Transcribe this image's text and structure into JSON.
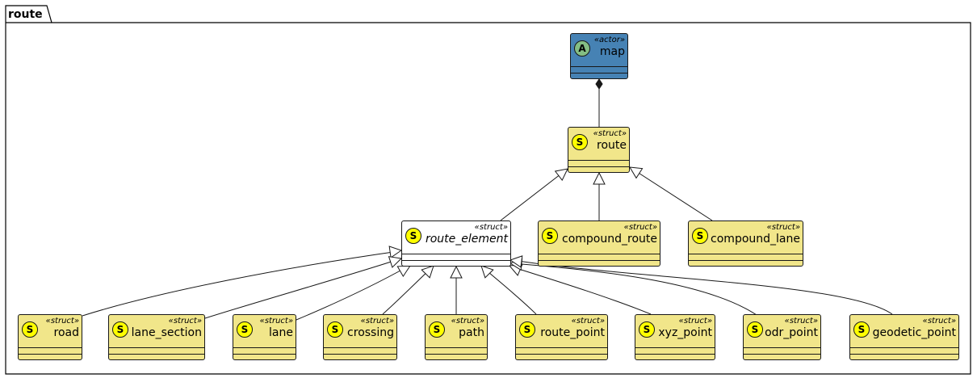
{
  "package": {
    "name": "route"
  },
  "colors": {
    "struct_fill": "#F1E68A",
    "actor_fill": "#4682B4",
    "abstract_fill": "#FFFFFF",
    "struct_badge": "#FFFF00",
    "actor_badge": "#84BE84",
    "line": "#181818"
  },
  "nodes": {
    "map": {
      "badge": "A",
      "stereotype": "«actor»",
      "name": "map"
    },
    "route": {
      "badge": "S",
      "stereotype": "«struct»",
      "name": "route"
    },
    "route_element": {
      "badge": "S",
      "stereotype": "«struct»",
      "name": "route_element"
    },
    "compound_route": {
      "badge": "S",
      "stereotype": "«struct»",
      "name": "compound_route"
    },
    "compound_lane": {
      "badge": "S",
      "stereotype": "«struct»",
      "name": "compound_lane"
    },
    "road": {
      "badge": "S",
      "stereotype": "«struct»",
      "name": "road"
    },
    "lane_section": {
      "badge": "S",
      "stereotype": "«struct»",
      "name": "lane_section"
    },
    "lane": {
      "badge": "S",
      "stereotype": "«struct»",
      "name": "lane"
    },
    "crossing": {
      "badge": "S",
      "stereotype": "«struct»",
      "name": "crossing"
    },
    "path": {
      "badge": "S",
      "stereotype": "«struct»",
      "name": "path"
    },
    "route_point": {
      "badge": "S",
      "stereotype": "«struct»",
      "name": "route_point"
    },
    "xyz_point": {
      "badge": "S",
      "stereotype": "«struct»",
      "name": "xyz_point"
    },
    "odr_point": {
      "badge": "S",
      "stereotype": "«struct»",
      "name": "odr_point"
    },
    "geodetic_point": {
      "badge": "S",
      "stereotype": "«struct»",
      "name": "geodetic_point"
    }
  },
  "relations": [
    {
      "from": "map",
      "to": "route",
      "type": "composition"
    },
    {
      "from": "route_element",
      "to": "route",
      "type": "inheritance"
    },
    {
      "from": "compound_route",
      "to": "route",
      "type": "inheritance"
    },
    {
      "from": "compound_lane",
      "to": "route",
      "type": "inheritance"
    },
    {
      "from": "road",
      "to": "route_element",
      "type": "inheritance"
    },
    {
      "from": "lane_section",
      "to": "route_element",
      "type": "inheritance"
    },
    {
      "from": "lane",
      "to": "route_element",
      "type": "inheritance"
    },
    {
      "from": "crossing",
      "to": "route_element",
      "type": "inheritance"
    },
    {
      "from": "path",
      "to": "route_element",
      "type": "inheritance"
    },
    {
      "from": "route_point",
      "to": "route_element",
      "type": "inheritance"
    },
    {
      "from": "xyz_point",
      "to": "route_element",
      "type": "inheritance"
    },
    {
      "from": "odr_point",
      "to": "route_element",
      "type": "inheritance"
    },
    {
      "from": "geodetic_point",
      "to": "route_element",
      "type": "inheritance"
    }
  ]
}
